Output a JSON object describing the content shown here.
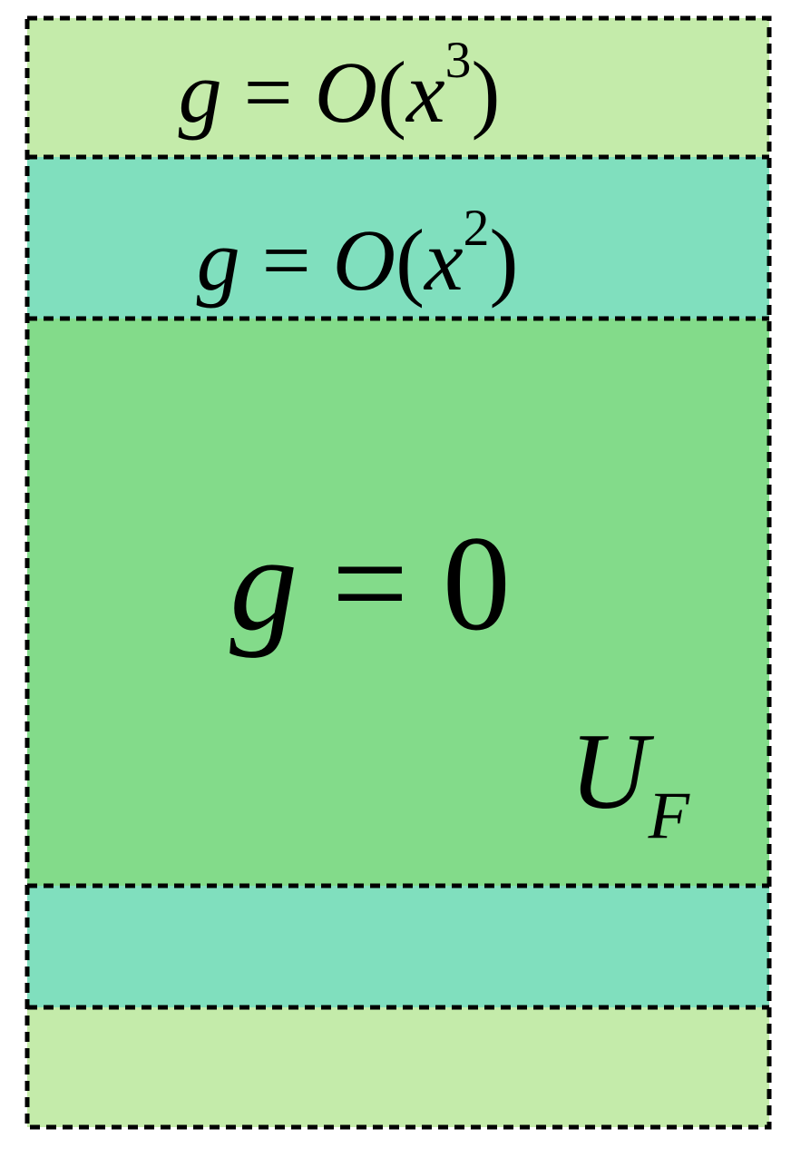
{
  "colors": {
    "outer_band": "#c4ebaa",
    "inner_band": "#80dfbe",
    "core_band": "#83db8a",
    "border": "#000000"
  },
  "labels": {
    "outer": {
      "lhs": "g",
      "eq": " = ",
      "func": "O",
      "open": "(",
      "var": "x",
      "exp": "3",
      "close": ")"
    },
    "inner": {
      "lhs": "g",
      "eq": " = ",
      "func": "O",
      "open": "(",
      "var": "x",
      "exp": "2",
      "close": ")"
    },
    "core": {
      "lhs": "g",
      "eq": " = ",
      "value": "0"
    },
    "region": {
      "base": "U",
      "sub": "F"
    }
  }
}
